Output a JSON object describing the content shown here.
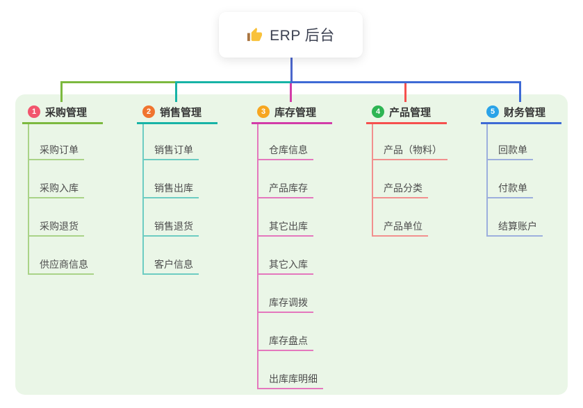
{
  "root": {
    "label": "ERP 后台",
    "icon": "thumbs-up-icon",
    "line_color": "#4b66cc"
  },
  "panel": {
    "background": "#eaf6e7"
  },
  "branches": [
    {
      "number": "1",
      "label": "采购管理",
      "badge_color": "#f2556d",
      "line_color": "#7cb93f",
      "child_line_color": "#a9d387",
      "children": [
        "采购订单",
        "采购入库",
        "采购退货",
        "供应商信息"
      ]
    },
    {
      "number": "2",
      "label": "销售管理",
      "badge_color": "#f0742f",
      "line_color": "#17b3a6",
      "child_line_color": "#6cccc2",
      "children": [
        "销售订单",
        "销售出库",
        "销售退货",
        "客户信息"
      ]
    },
    {
      "number": "3",
      "label": "库存管理",
      "badge_color": "#f7a620",
      "line_color": "#d23ca8",
      "child_line_color": "#e477bd",
      "children": [
        "仓库信息",
        "产品库存",
        "其它出库",
        "其它入库",
        "库存调拨",
        "库存盘点",
        "出库库明细"
      ]
    },
    {
      "number": "4",
      "label": "产品管理",
      "badge_color": "#2eb553",
      "line_color": "#f5504e",
      "child_line_color": "#f28f8e",
      "children": [
        "产品（物料）",
        "产品分类",
        "产品单位"
      ]
    },
    {
      "number": "5",
      "label": "财务管理",
      "badge_color": "#2aa3e8",
      "line_color": "#3e6ad5",
      "child_line_color": "#9caedd",
      "children": [
        "回款单",
        "付款单",
        "结算账户"
      ]
    }
  ]
}
